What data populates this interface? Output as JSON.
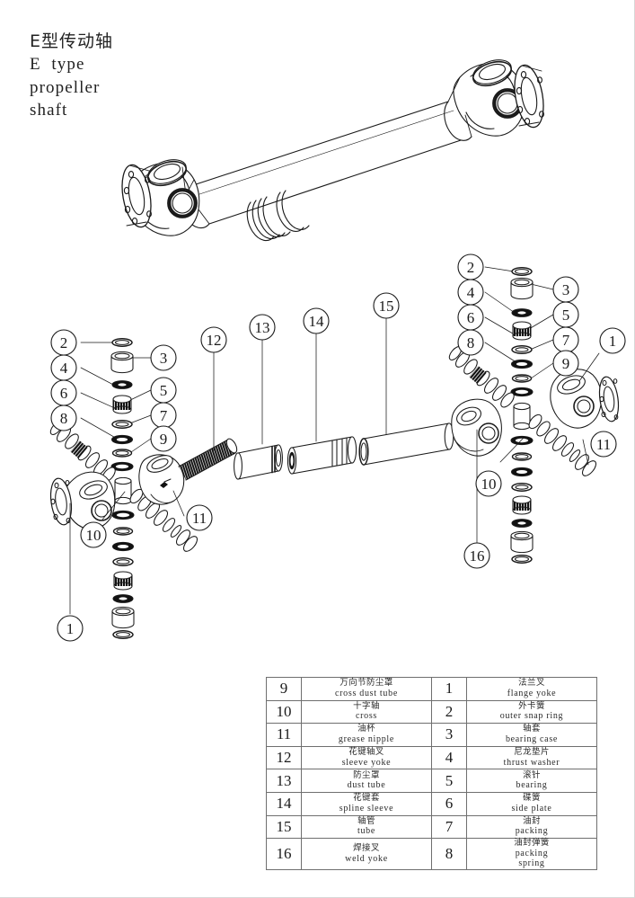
{
  "title": {
    "cn": "E型传动轴",
    "en_line1": "E  type",
    "en_line2": "propeller",
    "en_line3": "shaft"
  },
  "assembly": {
    "label": "assembled-propeller-shaft-drawing"
  },
  "exploded": {
    "label": "exploded-propeller-shaft-drawing"
  },
  "callouts": {
    "left_joint": [
      "2",
      "4",
      "6",
      "8",
      "3",
      "5",
      "7",
      "9",
      "1",
      "10",
      "11"
    ],
    "middle": [
      "12",
      "13",
      "14",
      "15"
    ],
    "right_joint": [
      "2",
      "4",
      "6",
      "8",
      "3",
      "5",
      "7",
      "9",
      "1",
      "10",
      "11",
      "16"
    ]
  },
  "parts_table": {
    "left_column": [
      {
        "num": "9",
        "cn": "万向节防尘罩",
        "en": "cross dust tube"
      },
      {
        "num": "10",
        "cn": "十字轴",
        "en": "cross"
      },
      {
        "num": "11",
        "cn": "油杯",
        "en": "grease nipple"
      },
      {
        "num": "12",
        "cn": "花键轴叉",
        "en": "sleeve yoke"
      },
      {
        "num": "13",
        "cn": "防尘罩",
        "en": "dust tube"
      },
      {
        "num": "14",
        "cn": "花键套",
        "en": "spline sleeve"
      },
      {
        "num": "15",
        "cn": "轴管",
        "en": "tube"
      },
      {
        "num": "16",
        "cn": "焊接叉",
        "en": "weld yoke"
      }
    ],
    "right_column": [
      {
        "num": "1",
        "cn": "法兰叉",
        "en": "flange yoke"
      },
      {
        "num": "2",
        "cn": "外卡簧",
        "en": "outer snap ring"
      },
      {
        "num": "3",
        "cn": "轴套",
        "en": "bearing case"
      },
      {
        "num": "4",
        "cn": "尼龙垫片",
        "en": "thrust washer"
      },
      {
        "num": "5",
        "cn": "滚针",
        "en": "bearing"
      },
      {
        "num": "6",
        "cn": "碟簧",
        "en": "side plate"
      },
      {
        "num": "7",
        "cn": "油封",
        "en": "packing"
      },
      {
        "num": "8",
        "cn": "油封弹簧",
        "en": "packing",
        "en2": "spring"
      }
    ]
  },
  "colors": {
    "line": "#1a1a1a",
    "table_border": "#6f6f6f",
    "text": "#2a2a2a",
    "fill_dark": "#111111",
    "fill_white": "#ffffff"
  }
}
